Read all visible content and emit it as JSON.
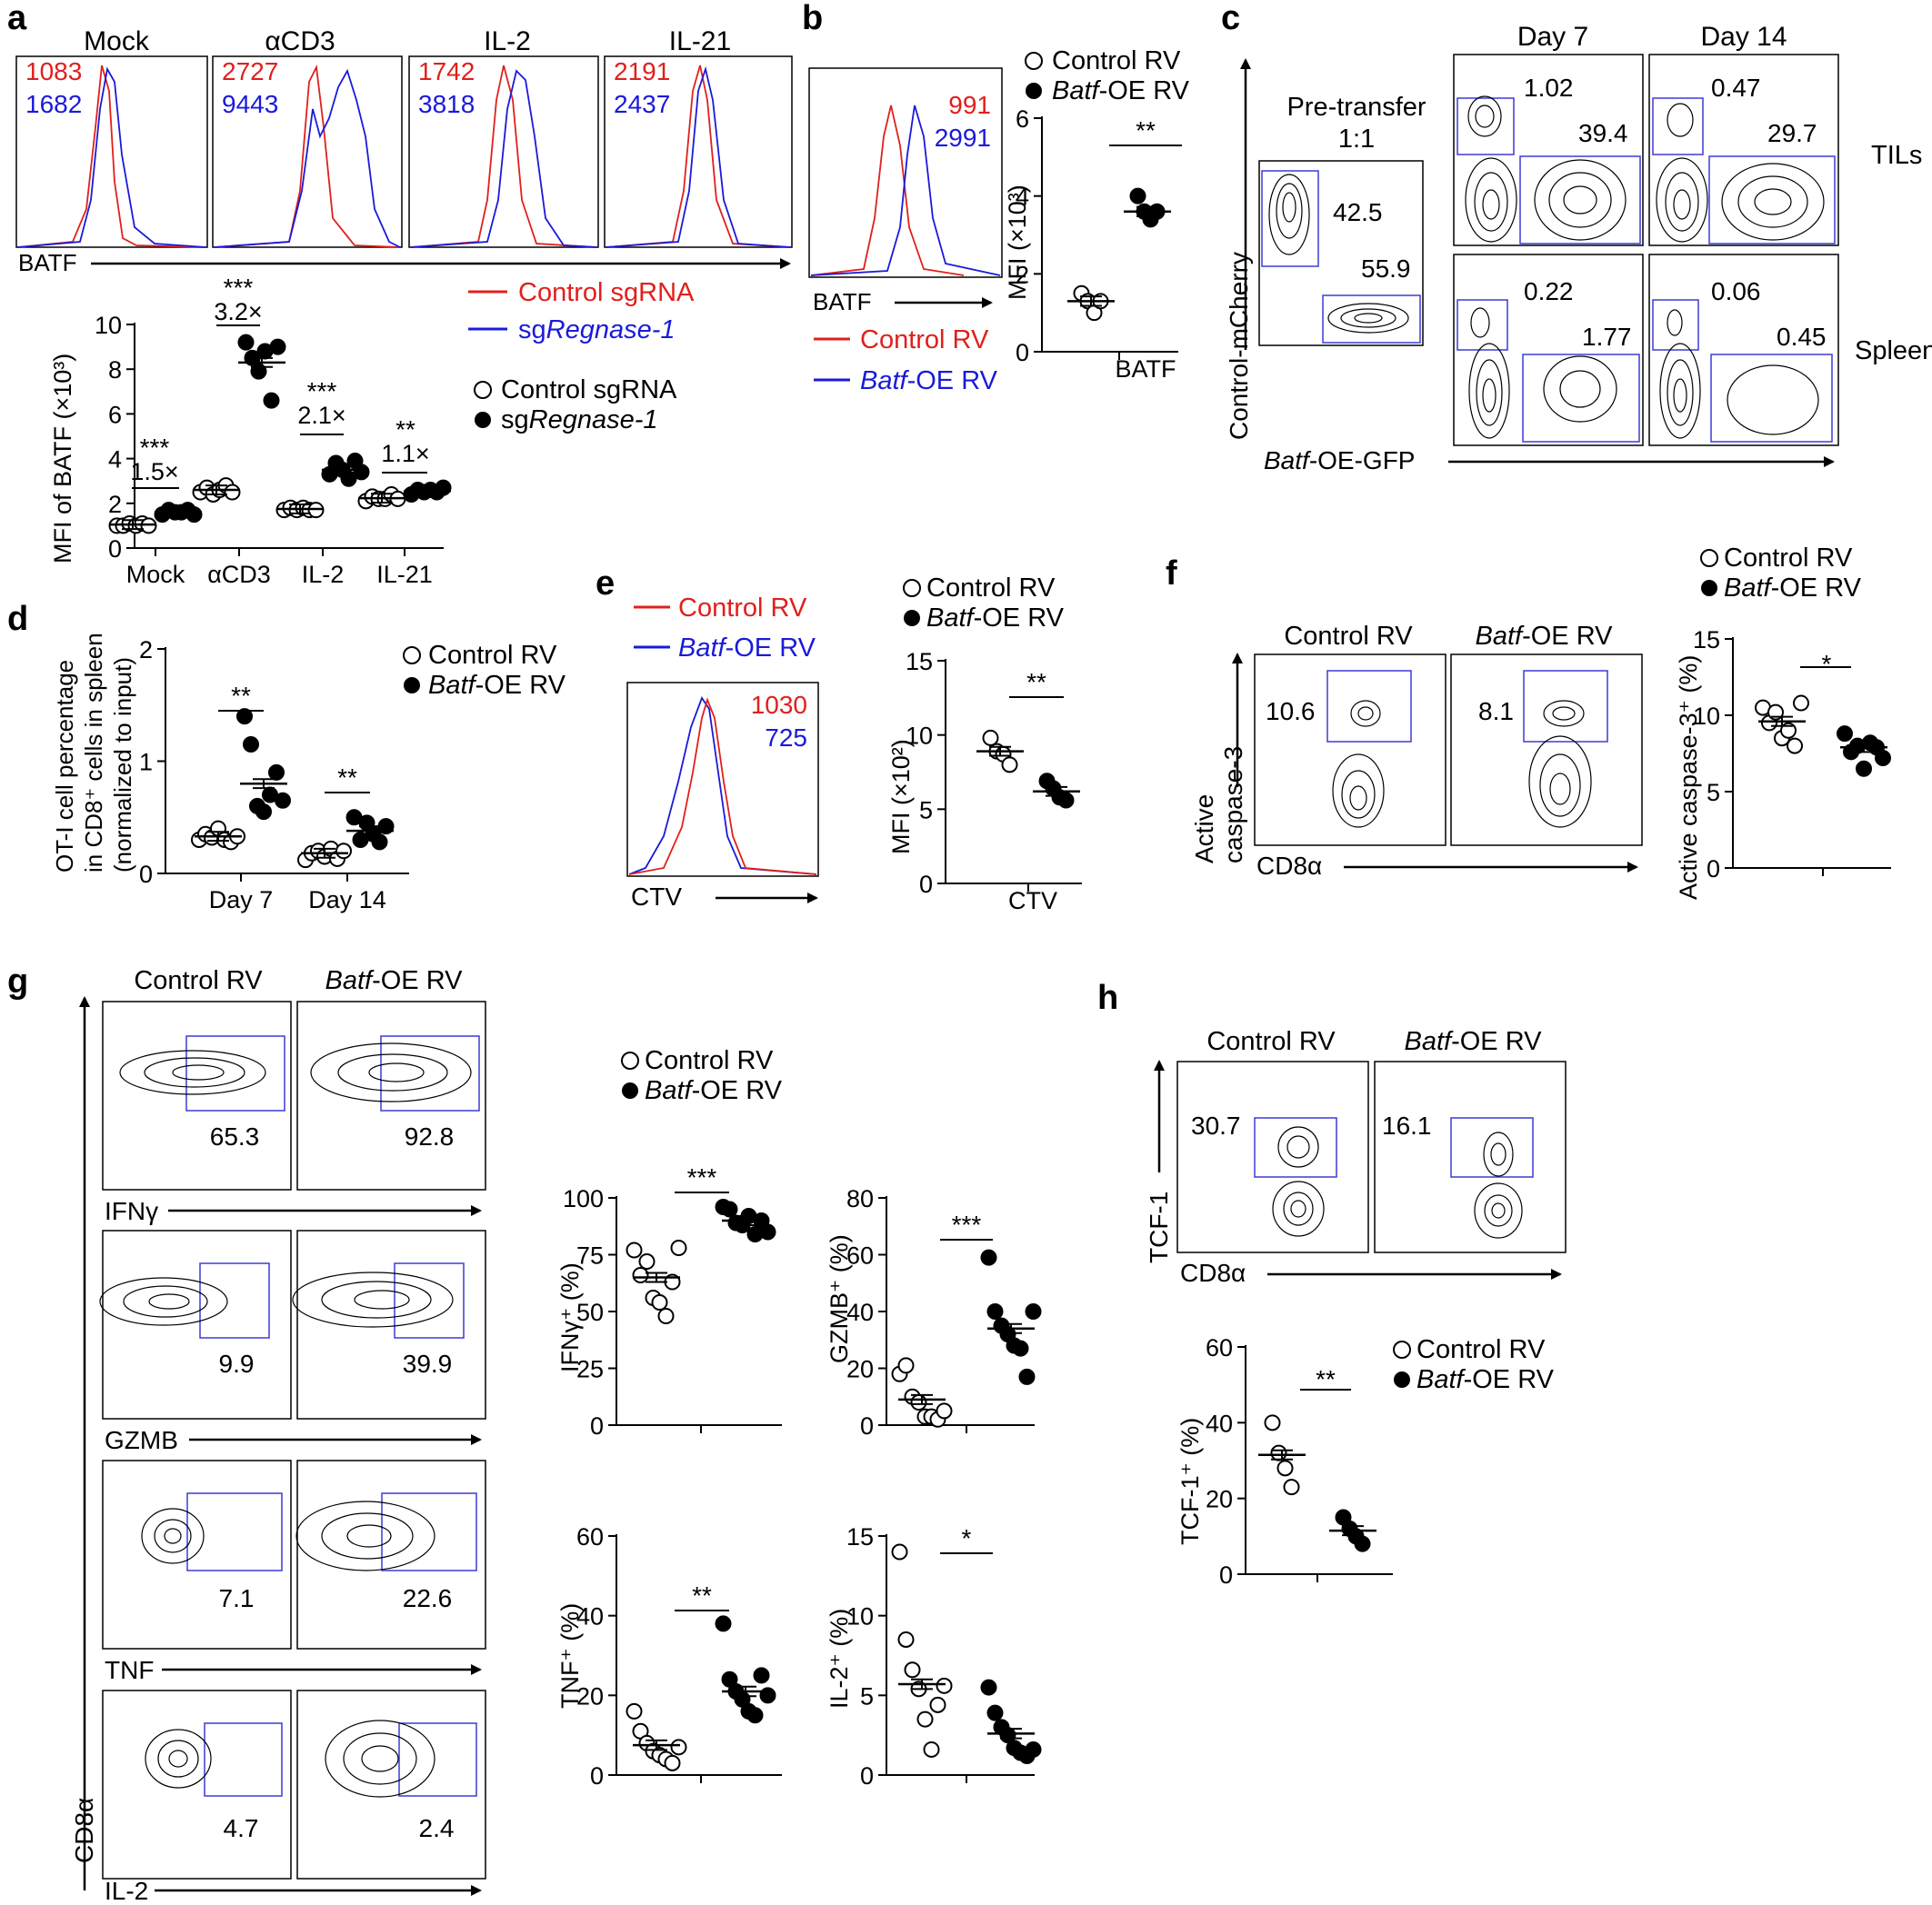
{
  "colors": {
    "control": "#e0201c",
    "treated": "#1a1adb",
    "gate": "#3b3bd6",
    "ink": "#000000"
  },
  "panels": {
    "a": {
      "letter": "a",
      "histo_titles": [
        "Mock",
        "αCD3",
        "IL-2",
        "IL-21"
      ],
      "mfi_red": [
        "1083",
        "2727",
        "1742",
        "2191"
      ],
      "mfi_blue": [
        "1682",
        "9443",
        "3818",
        "2437"
      ],
      "axis_label": "BATF",
      "legend_lines": [
        "Control sgRNA",
        "sg",
        "Regnase-1"
      ],
      "legend_dots": [
        "Control sgRNA",
        "sg",
        "Regnase-1"
      ],
      "stars": [
        "***",
        "***",
        "***",
        "**"
      ],
      "folds": [
        "1.5×",
        "3.2×",
        "2.1×",
        "1.1×"
      ]
    },
    "b": {
      "letter": "b",
      "mfi_red": "991",
      "mfi_blue": "2991",
      "axis_label": "BATF",
      "legend_control": "Control RV",
      "legend_oe_italic": "Batf",
      "legend_oe_rest": "-OE RV",
      "star": "**"
    },
    "c": {
      "letter": "c",
      "pre_title": "Pre-transfer",
      "pre_ratio": "1:1",
      "pre_pct": [
        "42.5",
        "55.9"
      ],
      "day_titles": [
        "Day 7",
        "Day 14"
      ],
      "row_labels": [
        "TILs",
        "Spleen"
      ],
      "pcts": [
        [
          "1.02",
          "39.4"
        ],
        [
          "0.47",
          "29.7"
        ],
        [
          "0.22",
          "1.77"
        ],
        [
          "0.06",
          "0.45"
        ]
      ],
      "y_axis": "Control-mCherry",
      "x_axis_italic": "Batf",
      "x_axis_rest": "-OE-GFP"
    },
    "d": {
      "letter": "d",
      "stars": [
        "**",
        "**"
      ]
    },
    "e": {
      "letter": "e",
      "mfi_red": "1030",
      "mfi_blue": "725",
      "axis_label": "CTV",
      "star": "**"
    },
    "f": {
      "letter": "f",
      "col_control": "Control RV",
      "col_oe_italic": "Batf",
      "col_oe_rest": "-OE RV",
      "pcts": [
        "10.6",
        "8.1"
      ],
      "y_axis": [
        "Active",
        "caspase-3"
      ],
      "x_axis": "CD8α",
      "star": "*"
    },
    "g": {
      "letter": "g",
      "col_control": "Control RV",
      "col_oe_italic": "Batf",
      "col_oe_rest": "-OE RV",
      "rows": [
        {
          "label": "IFNγ",
          "pcts": [
            "65.3",
            "92.8"
          ]
        },
        {
          "label": "GZMB",
          "pcts": [
            "9.9",
            "39.9"
          ]
        },
        {
          "label": "TNF",
          "pcts": [
            "7.1",
            "22.6"
          ]
        },
        {
          "label": "IL-2",
          "pcts": [
            "4.7",
            "2.4"
          ]
        }
      ],
      "y_axis": "CD8α",
      "stars": [
        "***",
        "***",
        "**",
        "*"
      ]
    },
    "h": {
      "letter": "h",
      "col_control": "Control RV",
      "col_oe_italic": "Batf",
      "col_oe_rest": "-OE RV",
      "pcts": [
        "30.7",
        "16.1"
      ],
      "y_axis": "TCF-1",
      "x_axis": "CD8α",
      "star": "**"
    }
  },
  "chart_data": [
    {
      "panel": "a",
      "type": "scatter",
      "categories": [
        "Mock",
        "αCD3",
        "IL-2",
        "IL-21"
      ],
      "ylabel": "MFI of BATF (×10³)",
      "ylim": [
        0,
        10
      ],
      "yticks": [
        0,
        2,
        4,
        6,
        8,
        10
      ],
      "series": [
        {
          "name": "Control sgRNA",
          "points": [
            [
              1.0,
              1.0,
              1.1,
              1.0,
              1.1,
              1.0
            ],
            [
              2.5,
              2.7,
              2.4,
              2.6,
              2.8,
              2.5
            ],
            [
              1.7,
              1.8,
              1.7,
              1.8,
              1.7,
              1.7
            ],
            [
              2.1,
              2.3,
              2.2,
              2.2,
              2.4,
              2.2
            ]
          ],
          "means": [
            1.05,
            2.6,
            1.75,
            2.23
          ]
        },
        {
          "name": "sgRegnase-1",
          "points": [
            [
              1.5,
              1.7,
              1.6,
              1.6,
              1.7,
              1.5
            ],
            [
              9.2,
              8.5,
              7.9,
              8.8,
              6.6,
              9.0
            ],
            [
              3.3,
              3.8,
              3.5,
              3.1,
              3.9,
              3.4
            ],
            [
              2.4,
              2.6,
              2.5,
              2.6,
              2.5,
              2.7
            ]
          ],
          "means": [
            1.6,
            8.3,
            3.5,
            2.55
          ]
        }
      ]
    },
    {
      "panel": "b",
      "type": "scatter",
      "xlabel": "BATF",
      "ylabel": "MFI (×10³)",
      "ylim": [
        0,
        6
      ],
      "yticks": [
        0,
        2,
        4,
        6
      ],
      "series": [
        {
          "name": "Control RV",
          "values": [
            1.5,
            1.3,
            1.0,
            1.3
          ],
          "mean": 1.3
        },
        {
          "name": "Batf-OE RV",
          "values": [
            4.0,
            3.6,
            3.4,
            3.6
          ],
          "mean": 3.6
        }
      ]
    },
    {
      "panel": "d",
      "type": "scatter",
      "categories": [
        "Day 7",
        "Day 14"
      ],
      "ylabel": "OT-I cell percentage in CD8⁺ cells in spleen (normalized to input)",
      "ylim": [
        0,
        2
      ],
      "yticks": [
        0,
        1,
        2
      ],
      "series": [
        {
          "name": "Control RV",
          "points": [
            [
              0.3,
              0.35,
              0.32,
              0.4,
              0.3,
              0.28,
              0.33
            ],
            [
              0.12,
              0.18,
              0.2,
              0.15,
              0.22,
              0.13,
              0.2
            ]
          ],
          "means": [
            0.33,
            0.18
          ]
        },
        {
          "name": "Batf-OE RV",
          "points": [
            [
              1.4,
              1.15,
              0.6,
              0.55,
              0.7,
              0.9,
              0.65
            ],
            [
              0.5,
              0.3,
              0.45,
              0.35,
              0.28,
              0.42
            ]
          ],
          "means": [
            0.8,
            0.38
          ]
        }
      ]
    },
    {
      "panel": "e",
      "type": "scatter",
      "xlabel": "CTV",
      "ylabel": "MFI (×10²)",
      "ylim": [
        0,
        15
      ],
      "yticks": [
        0,
        5,
        10,
        15
      ],
      "series": [
        {
          "name": "Control RV",
          "values": [
            9.8,
            8.9,
            8.7,
            8.0
          ],
          "mean": 8.9
        },
        {
          "name": "Batf-OE RV",
          "values": [
            6.9,
            6.4,
            5.8,
            5.6
          ],
          "mean": 6.2
        }
      ]
    },
    {
      "panel": "f",
      "type": "scatter",
      "ylabel": "Active caspase-3⁺ (%)",
      "ylim": [
        0,
        15
      ],
      "yticks": [
        0,
        5,
        10,
        15
      ],
      "series": [
        {
          "name": "Control RV",
          "values": [
            10.5,
            9.5,
            10.2,
            8.5,
            9.0,
            8.0,
            10.8
          ],
          "mean": 9.6
        },
        {
          "name": "Batf-OE RV",
          "values": [
            8.8,
            7.6,
            8.0,
            6.5,
            8.2,
            7.9,
            7.2
          ],
          "mean": 7.9
        }
      ]
    },
    {
      "panel": "g-IFNγ",
      "type": "scatter",
      "ylabel": "IFNγ⁺ (%)",
      "ylim": [
        0,
        100
      ],
      "yticks": [
        0,
        25,
        50,
        75,
        100
      ],
      "series": [
        {
          "name": "Control RV",
          "values": [
            77,
            66,
            72,
            56,
            54,
            48,
            63,
            78
          ],
          "mean": 65
        },
        {
          "name": "Batf-OE RV",
          "values": [
            96,
            95,
            89,
            88,
            92,
            84,
            90,
            85
          ],
          "mean": 90
        }
      ]
    },
    {
      "panel": "g-GZMB",
      "type": "scatter",
      "ylabel": "GZMB⁺ (%)",
      "ylim": [
        0,
        80
      ],
      "yticks": [
        0,
        20,
        40,
        60,
        80
      ],
      "series": [
        {
          "name": "Control RV",
          "values": [
            18,
            21,
            10,
            8,
            3,
            3,
            2,
            5
          ],
          "mean": 9
        },
        {
          "name": "Batf-OE RV",
          "values": [
            59,
            40,
            35,
            32,
            28,
            27,
            17,
            40
          ],
          "mean": 34
        }
      ]
    },
    {
      "panel": "g-TNF",
      "type": "scatter",
      "ylabel": "TNF⁺ (%)",
      "ylim": [
        0,
        60
      ],
      "yticks": [
        0,
        20,
        40,
        60
      ],
      "series": [
        {
          "name": "Control RV",
          "values": [
            16,
            11,
            8,
            6,
            5,
            4,
            3,
            7
          ],
          "mean": 7.5
        },
        {
          "name": "Batf-OE RV",
          "values": [
            38,
            24,
            21,
            19,
            16,
            15,
            25,
            20
          ],
          "mean": 21
        }
      ]
    },
    {
      "panel": "g-IL-2",
      "type": "scatter",
      "ylabel": "IL-2⁺ (%)",
      "ylim": [
        0,
        15
      ],
      "yticks": [
        0,
        5,
        10,
        15
      ],
      "series": [
        {
          "name": "Control RV",
          "values": [
            14,
            8.5,
            6.6,
            5.4,
            3.5,
            1.6,
            4.4,
            5.6
          ],
          "mean": 5.7
        },
        {
          "name": "Batf-OE RV",
          "values": [
            5.5,
            3.9,
            3.0,
            2.5,
            1.7,
            1.4,
            1.2,
            1.6
          ],
          "mean": 2.6
        }
      ]
    },
    {
      "panel": "h",
      "type": "scatter",
      "ylabel": "TCF-1⁺ (%)",
      "ylim": [
        0,
        60
      ],
      "yticks": [
        0,
        20,
        40,
        60
      ],
      "series": [
        {
          "name": "Control RV",
          "values": [
            40,
            32,
            28,
            23
          ],
          "mean": 31.5
        },
        {
          "name": "Batf-OE RV",
          "values": [
            15,
            12,
            10,
            8
          ],
          "mean": 11.5
        }
      ]
    }
  ]
}
